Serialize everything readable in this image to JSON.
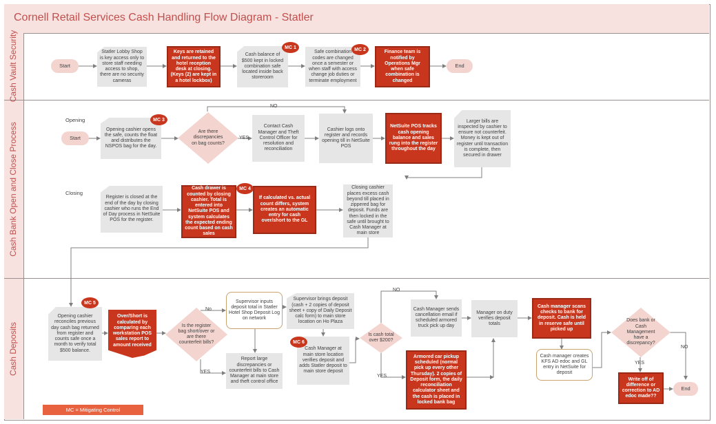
{
  "title": "Cornell Retail Services Cash Handling Flow Diagram - Statler",
  "lanes": {
    "vault": "Cash Vault Security",
    "open_close": "Cash Bank Open and Close Process",
    "deposits": "Cash Deposits"
  },
  "sublabels": {
    "opening": "Opening",
    "closing": "Closing"
  },
  "nodes": {
    "v_start": "Start",
    "v1": "Statler Lobby Shop is key access only to store staff needing access to shop, there are no security cameras",
    "v2": "Keys are retained and returned to the hotel reception desk at closing. (Keys (2) are kept in a hotel lockbox)",
    "v3": "Cash balance of $500 kept in locked combination safe located inside back storeroom",
    "v4": "Safe combination codes are changed once a semester or when staff with access change job duties or terminate employment",
    "v5": "Finance team is notified by Operations Mgr when safe combination is changed",
    "v_end": "End",
    "o_start": "Start",
    "o1": "Opening cashier opens the safe, counts the float and distributes the NSPOS bag for the day.",
    "o_dec": "Are there discrepancies on bag counts?",
    "o2": "Contact Cash Manager and Theft Control Officer for resolution and reconciliation",
    "o3": "Cashier logs onto register and records opening till in NetSuite POS",
    "o4": "NetSuite POS tracks cash opening balance and sales rung into the register throughout the day",
    "o5": "Larger bills are inspected by cashier to ensure not counterfeit.  Money is kept out of register until transaction is complete, then secured in drawer",
    "c1": "Register is closed at the end of the day by closing cashier who runs the End of Day process in NetSuite POS for the register.",
    "c2": "Cash drawer is counted by closing cashier. Total is entered into NetSuite POS and system calculates the expected ending count based on cash sales",
    "c3": "If calculated vs. actual count differs, system creates an automatic entry for cash over/short to the GL",
    "c4": "Closing cashier places excess cash beyond till placed in zippered bag for deposit.  Funds are then locked in the safe until brought to Cash Manager at main store",
    "d1": "Opening cashier reconciles previous day cash bag returned from register and counts safe once a month to verify total $500 balance.",
    "d2": "Over/Short is calculated by comparing each workstation POS sales report to amount received",
    "d_dec1": "Is the register bag short/over or are there counterfeit bills?",
    "d3": "Supervisor inputs deposit total in Statler Hotel Shop Deposit Log on network",
    "d4": "Report large discrepancies or counterfeit bills to Cash Manager at main store and theft control office",
    "d5": "Supervisor brings deposit (cash + 2 copies of deposit sheet + copy of Daily Deposit calc form) to main store location on Ho Plaza",
    "d6": "Cash Manager at main store location verifies deposit and adds Statler deposit to main store deposit",
    "d_dec2": "Is cash total over $200?",
    "d7": "Cash Manager sends cancellation email if scheduled armored truck pick up day",
    "d8": "Armored car pickup scheduled (normal pick up every other Thursday). 2 copies of Deposit form, the daily reconciliation calculator sheet and the cash is placed in locked bank bag",
    "d9": "Manager on duty verifies deposit totals",
    "d10": "Cash manager scans checks to bank for deposit.  Cash is held in reserve safe until picked up",
    "d11": "Cash manager creates KFS AD edoc and GL entry in NetSuite for deposit",
    "d_dec3": "Does bank or Cash Management have a discrepancy?",
    "d12": "Write off of difference or correction to AD edoc made??",
    "d_end": "End"
  },
  "badges": {
    "mc1": "MC 1",
    "mc2": "MC 2",
    "mc3": "MC 3",
    "mc4": "MC 4",
    "mc5": "MC 5",
    "mc6": "MC 6"
  },
  "edge_labels": {
    "yes": "YES",
    "no": "NO",
    "no_lower": "No",
    "yes_upper": "YES"
  },
  "legend": "MC = Mitigating Control",
  "colors": {
    "accent": "#c9361e",
    "lane_fill": "#f7e2e0",
    "title": "#c0504d",
    "legend": "#e8623f"
  }
}
